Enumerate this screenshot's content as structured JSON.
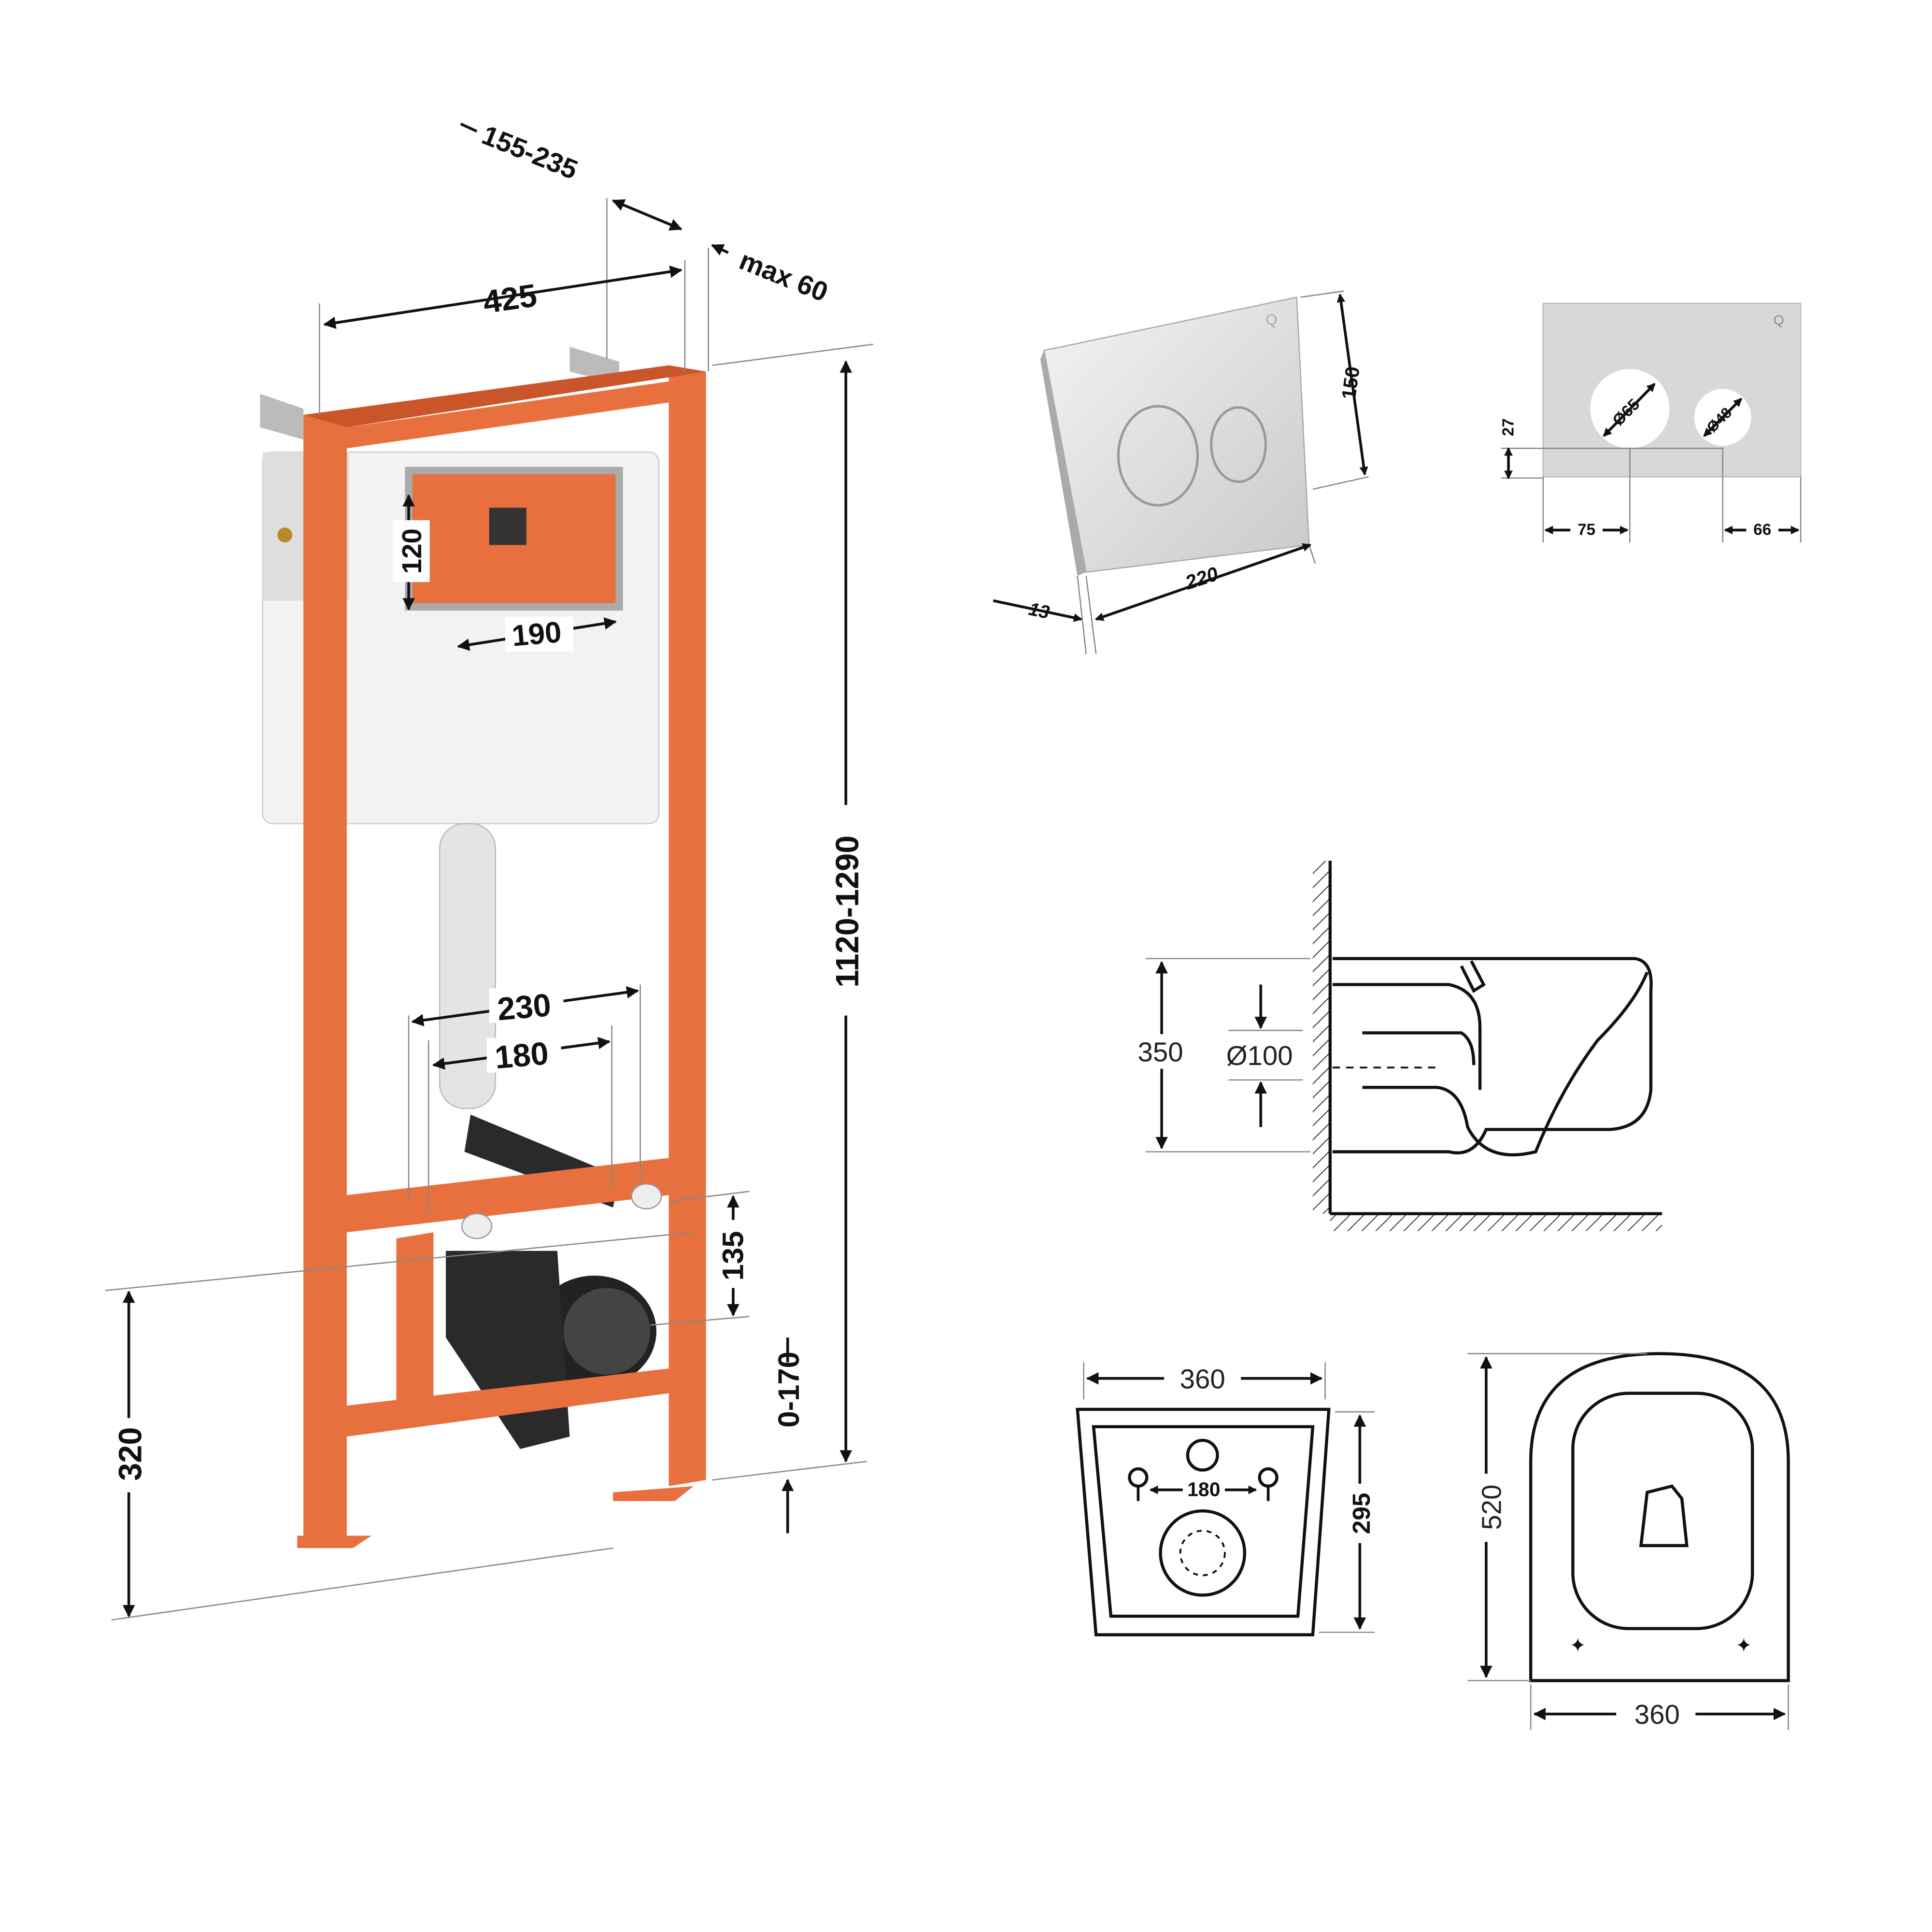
{
  "colors": {
    "frame": "#E8703F",
    "frame_dark": "#C95528",
    "cistern": "#F2F2F2",
    "panel": "#D9D9D9"
  },
  "frame_dims": {
    "depth": "155-235",
    "max_offset": "max 60",
    "width": "425",
    "height": "1120-1290",
    "opening_height": "120",
    "opening_width": "190",
    "outer_bolt": "230",
    "inner_bolt": "180",
    "drain_height": "135",
    "foot_adjust": "0-170",
    "drain_floor": "320"
  },
  "panel_dims": {
    "height": "150",
    "width": "220",
    "thickness": "13",
    "button_offset": "27",
    "large_button": "Ø65",
    "small_button": "Ø48",
    "left_margin": "75",
    "right_margin": "66",
    "logo": "Q"
  },
  "bowl_dims": {
    "side_height": "350",
    "drain_diameter": "Ø100",
    "back_width": "360",
    "back_height": "295",
    "bolt_spacing": "180",
    "top_length": "520",
    "top_width": "360"
  }
}
